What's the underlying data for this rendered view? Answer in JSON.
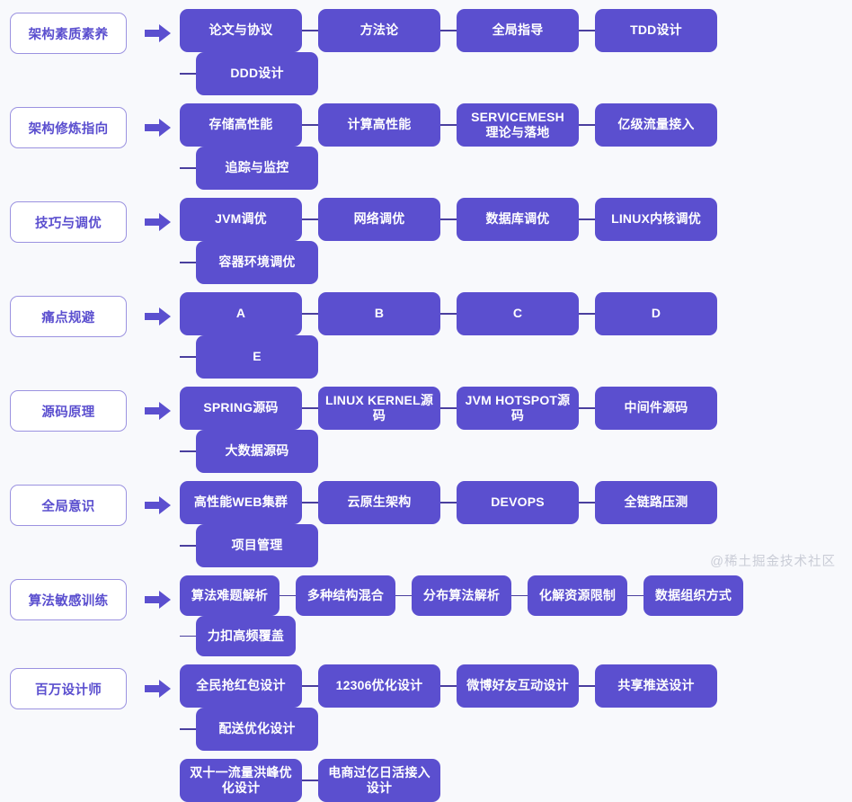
{
  "page": {
    "background_color": "#f8f9fc",
    "node_color": "#5b4fcf",
    "label_border_color": "#9b92e0",
    "label_text_color": "#5b4fcf",
    "connector_color": "#4a3f9e",
    "watermark": "@稀土掘金技术社区"
  },
  "rows": [
    {
      "label": "架构素质素养",
      "arrow": "right-arrow-icon",
      "nodes": [
        "论文与协议",
        "方法论",
        "全局指导",
        "TDD设计",
        "DDD设计"
      ]
    },
    {
      "label": "架构修炼指向",
      "arrow": "right-arrow-icon",
      "nodes": [
        "存储高性能",
        "计算高性能",
        "SERVICEMESH\n理论与落地",
        "亿级流量接入",
        "追踪与监控"
      ]
    },
    {
      "label": "技巧与调优",
      "arrow": "right-arrow-icon",
      "nodes": [
        "JVM调优",
        "网络调优",
        "数据库调优",
        "LINUX内核调优",
        "容器环境调优"
      ]
    },
    {
      "label": "痛点规避",
      "arrow": "right-arrow-icon",
      "nodes": [
        "A",
        "B",
        "C",
        "D",
        "E"
      ]
    },
    {
      "label": "源码原理",
      "arrow": "right-arrow-icon",
      "nodes": [
        "SPRING源码",
        "LINUX KERNEL源码",
        "JVM HOTSPOT源码",
        "中间件源码",
        "大数据源码"
      ]
    },
    {
      "label": "全局意识",
      "arrow": "right-arrow-icon",
      "nodes": [
        "高性能WEB集群",
        "云原生架构",
        "DEVOPS",
        "全链路压测",
        "项目管理"
      ]
    },
    {
      "label": "算法敏感训练",
      "arrow": "right-arrow-icon",
      "nodes": [
        "算法难题解析",
        "多种结构混合",
        "分布算法解析",
        "化解资源限制",
        "数据组织方式",
        "力扣高频覆盖"
      ]
    },
    {
      "label": "百万设计师",
      "arrow": "right-arrow-icon",
      "nodes": [
        "全民抢红包设计",
        "12306优化设计",
        "微博好友互动设计",
        "共享推送设计",
        "配送优化设计"
      ],
      "nodes_wrapped": [
        "双十一流量洪峰优化设计",
        "电商过亿日活接入设计"
      ]
    }
  ]
}
